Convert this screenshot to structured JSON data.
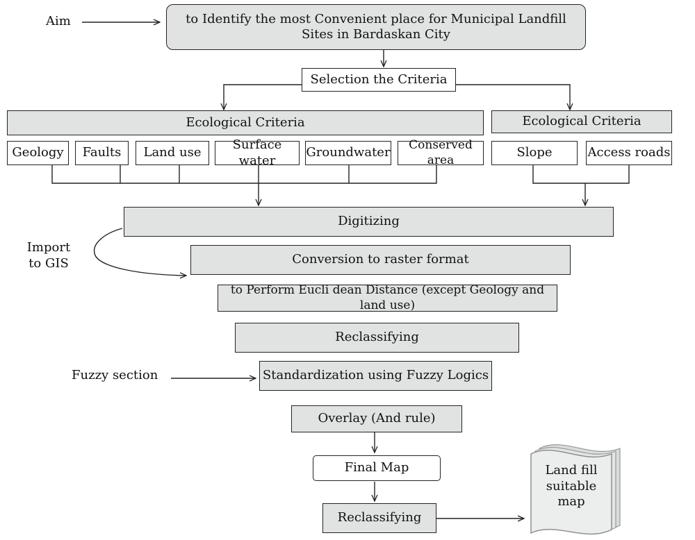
{
  "aim_label": "Aim",
  "aim_box": "to Identify the most Convenient place for Municipal Landfill Sites in Bardaskan City",
  "selection": "Selection the Criteria",
  "criteria_left": "Ecological Criteria",
  "criteria_right": "Ecological Criteria",
  "criteria_items": [
    "Geology",
    "Faults",
    "Land use",
    "Surface water",
    "Groundwater",
    "Conserved area",
    "Slope",
    "Access roads"
  ],
  "digitizing": "Digitizing",
  "import_label": "Import to GIS",
  "conversion": "Conversion to raster format",
  "euclidean": "to Perform Eucli dean Distance (except Geology and land use)",
  "reclassifying_1": "Reclassifying",
  "fuzzy_label": "Fuzzy section",
  "standardization": "Standardization using Fuzzy Logics",
  "overlay": "Overlay (And rule)",
  "final_map": "Final Map",
  "reclassifying_2": "Reclassifying",
  "output_doc": "Land fill suitable map",
  "colors": {
    "box_fill": "#e1e3e3",
    "stroke": "#222222"
  }
}
